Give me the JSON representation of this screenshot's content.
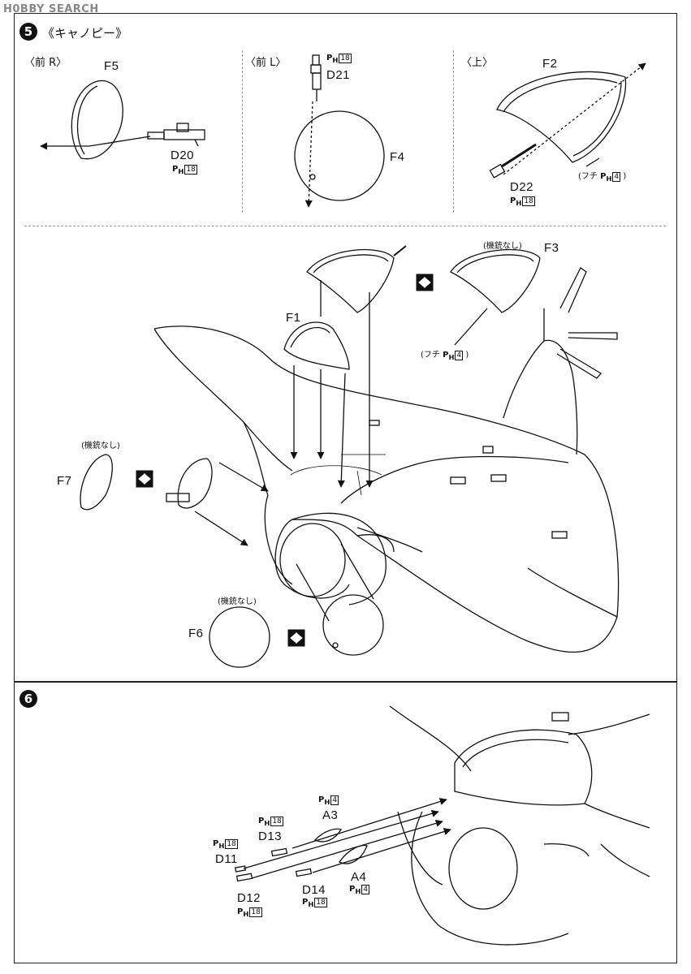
{
  "watermark": "H0BBY SEARCH",
  "step5": {
    "number": "5",
    "title": "《キャノピー》",
    "views": {
      "front_right": "〈前 R〉",
      "front_left": "〈前 L〉",
      "top": "〈上〉"
    },
    "parts": {
      "F5": "F5",
      "D20": "D20",
      "D21": "D21",
      "F4": "F4",
      "F2": "F2",
      "D22": "D22",
      "F1": "F1",
      "F3": "F3",
      "F7": "F7",
      "F6": "F6"
    },
    "no_gun_f3": "(機銃なし)",
    "no_gun_f7": "(機銃なし)",
    "no_gun_f6": "(機銃なし)",
    "frame_note_top": "(フチ",
    "frame_note_top_close": ")",
    "frame_note_main": "(フチ",
    "frame_note_main_close": ")",
    "paint_codes": {
      "ph": "P",
      "ph_sub": "H",
      "c18": "18",
      "c4": "4"
    }
  },
  "step6": {
    "number": "6",
    "parts": {
      "A3": "A3",
      "A4": "A4",
      "D11": "D11",
      "D12": "D12",
      "D13": "D13",
      "D14": "D14"
    }
  }
}
